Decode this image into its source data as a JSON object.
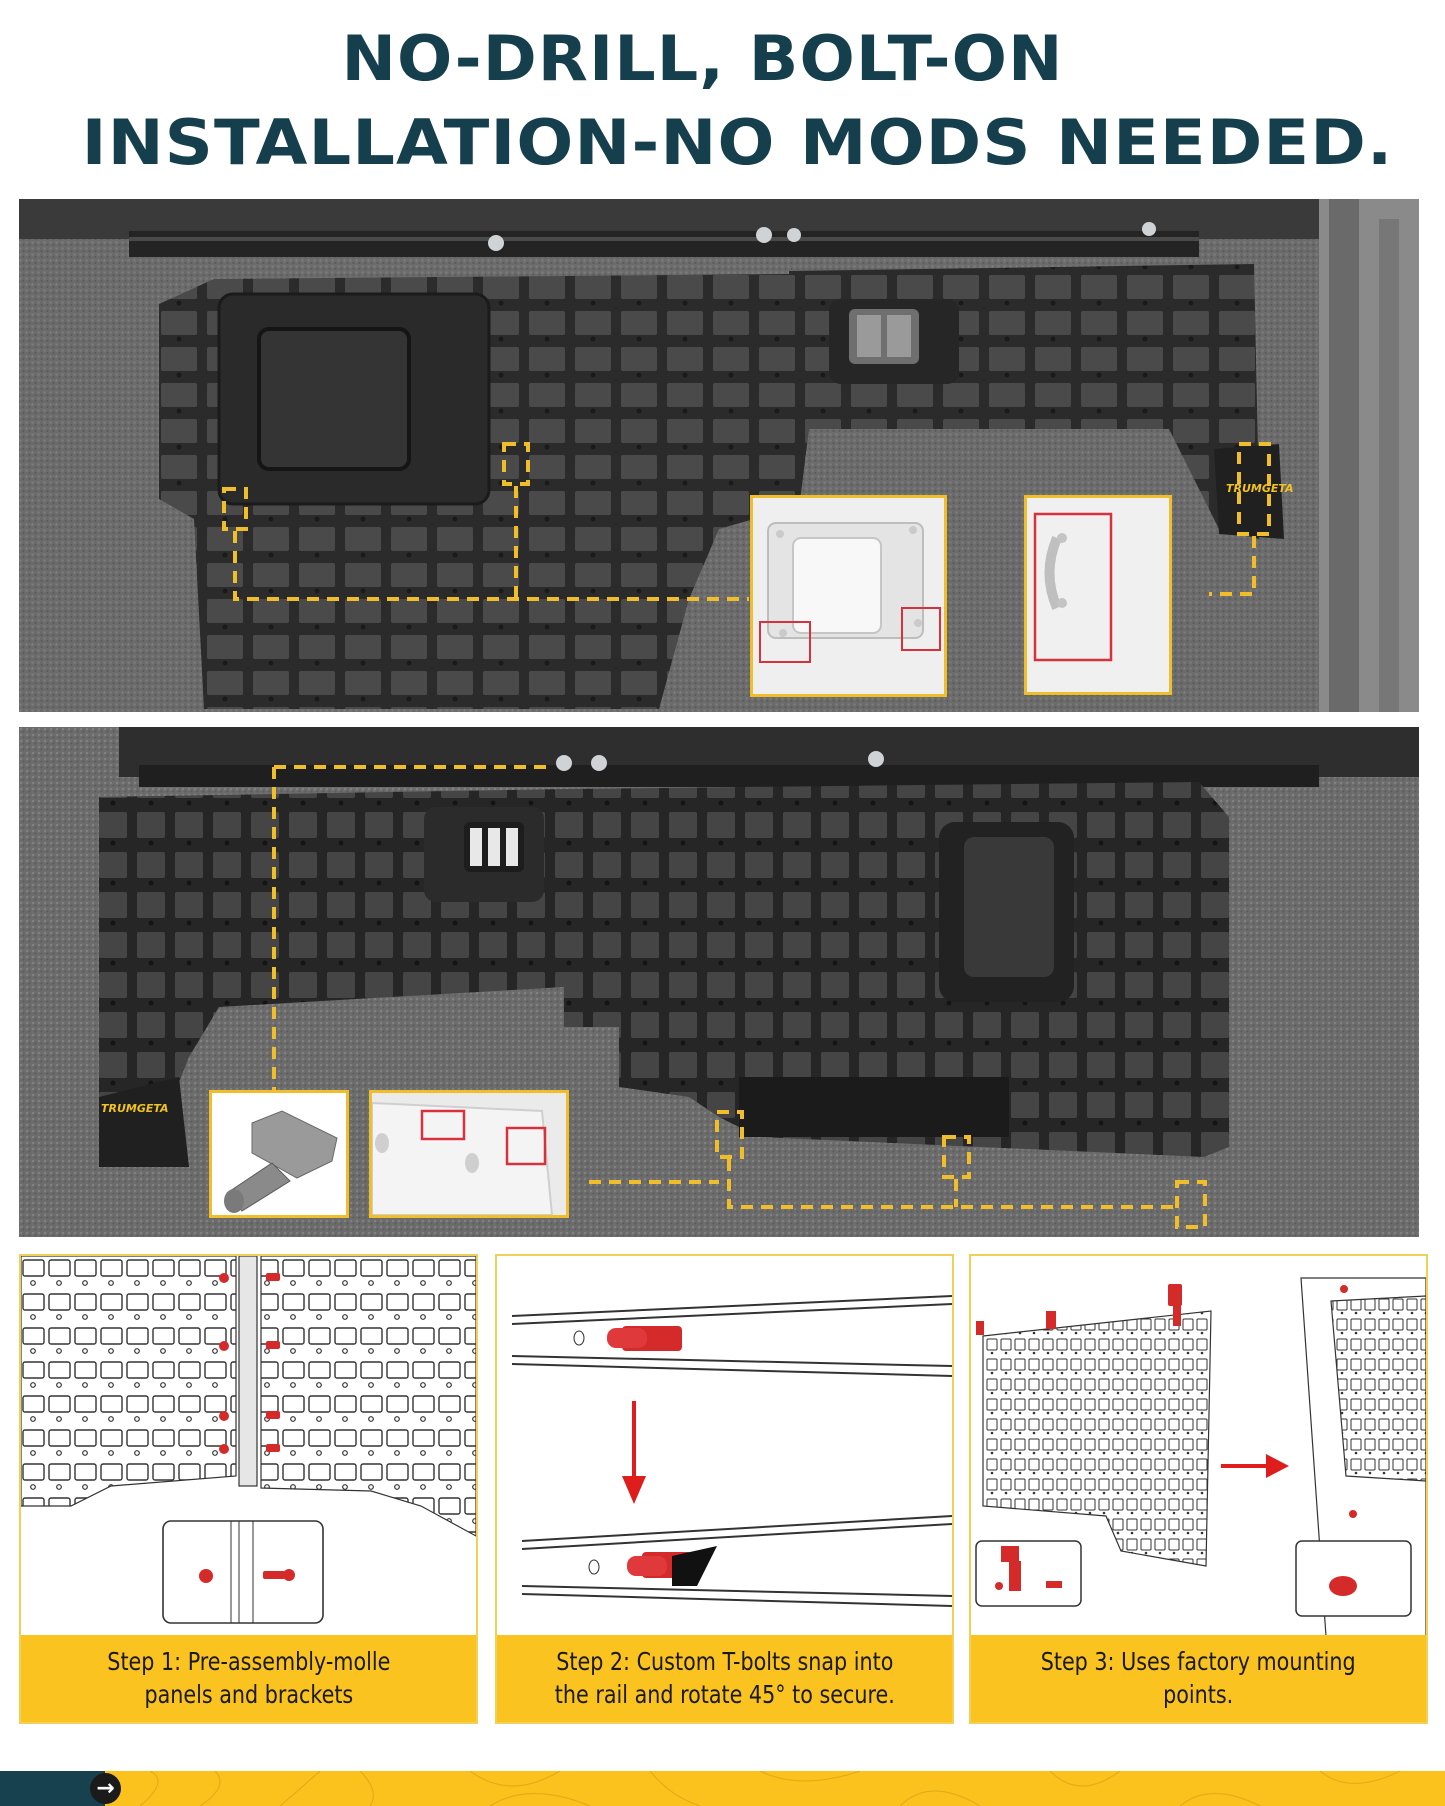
{
  "headline": {
    "line1": "NO-DRILL, BOLT-ON",
    "line2": "INSTALLATION-NO MODS NEEDED."
  },
  "colors": {
    "headline": "#163f4d",
    "accent_yellow": "#fac31f",
    "callout_dash": "#f0bd2b",
    "highlight_red": "#d6313c",
    "footer_dark": "#17414e"
  },
  "photo1": {
    "description": "Molle panels bolted to truck bed rail with dashed callouts to factory mounting points",
    "logo": "TRUMGETA",
    "insets": [
      {
        "name": "factory-bracket-mount-points",
        "highlight_count": 2
      },
      {
        "name": "factory-tie-down-hook",
        "highlight_count": 1
      }
    ]
  },
  "photo2": {
    "description": "Opposite-side molle panels with light housing, T-bolt and mounting-point callouts",
    "logo": "TRUMGETA",
    "insets": [
      {
        "name": "t-bolt-closeup"
      },
      {
        "name": "factory-mount-points",
        "highlight_count": 2
      }
    ]
  },
  "steps": [
    {
      "label": "Step 1: Pre-assembly-molle panels and brackets",
      "line1": "Step 1: Pre-assembly-molle",
      "line2": "panels and brackets"
    },
    {
      "label": "Step 2: Custom T-bolts snap into the rail and rotate 45° to secure.",
      "line1": "Step 2: Custom T-bolts snap into",
      "line2": "the rail and rotate 45° to secure."
    },
    {
      "label": "Step 3: Uses factory mounting points.",
      "line1": "Step 3: Uses factory mounting",
      "line2": "points."
    }
  ],
  "footer": {
    "arrow_icon": "→"
  }
}
